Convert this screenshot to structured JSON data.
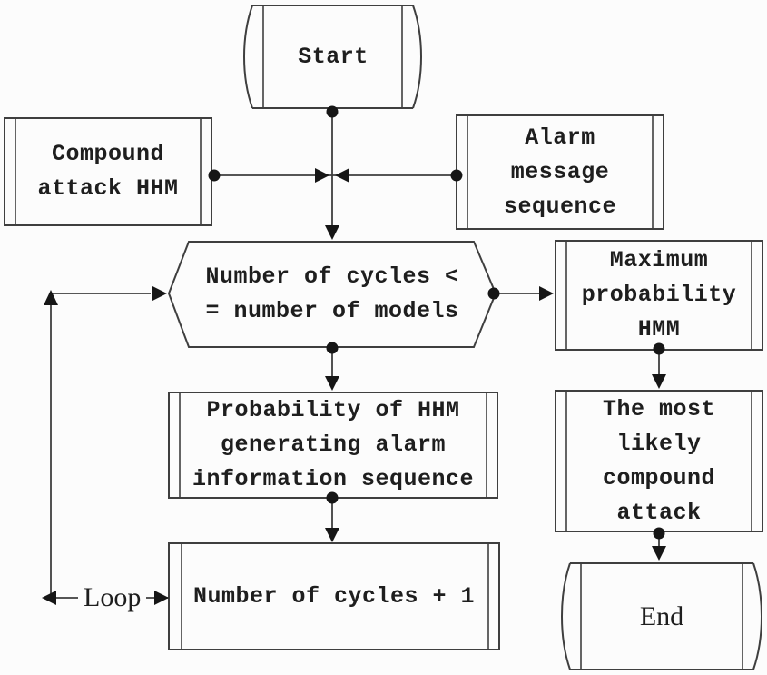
{
  "diagram": {
    "type": "flowchart",
    "colors": {
      "background": "#fcfcfc",
      "line": "#3f3f3f",
      "text": "#1e1e1e",
      "marker_fill": "#161616"
    },
    "nodes": {
      "start": {
        "shape": "terminal-barrel",
        "label": "Start"
      },
      "compound_attack_hhm": {
        "shape": "predefined-process",
        "label": "Compound\nattack HHM"
      },
      "alarm_message_sequence": {
        "shape": "predefined-process",
        "label": "Alarm\nmessage\nsequence"
      },
      "decision_cycles": {
        "shape": "hexagon-decision",
        "label": "Number of cycles <\n= number of models"
      },
      "maximum_probability_hmm": {
        "shape": "predefined-process",
        "label": "Maximum\nprobability\nHMM"
      },
      "probability_hhm_alarm": {
        "shape": "predefined-process",
        "label": "Probability of HHM\ngenerating alarm\ninformation sequence"
      },
      "most_likely_compound_attack": {
        "shape": "predefined-process",
        "label": "The most\nlikely\ncompound\nattack"
      },
      "number_of_cycles_plus_one": {
        "shape": "predefined-process",
        "label": "Number of cycles + 1"
      },
      "end": {
        "shape": "terminal-barrel",
        "label": "End"
      }
    },
    "edge_labels": {
      "loop": "Loop"
    }
  }
}
